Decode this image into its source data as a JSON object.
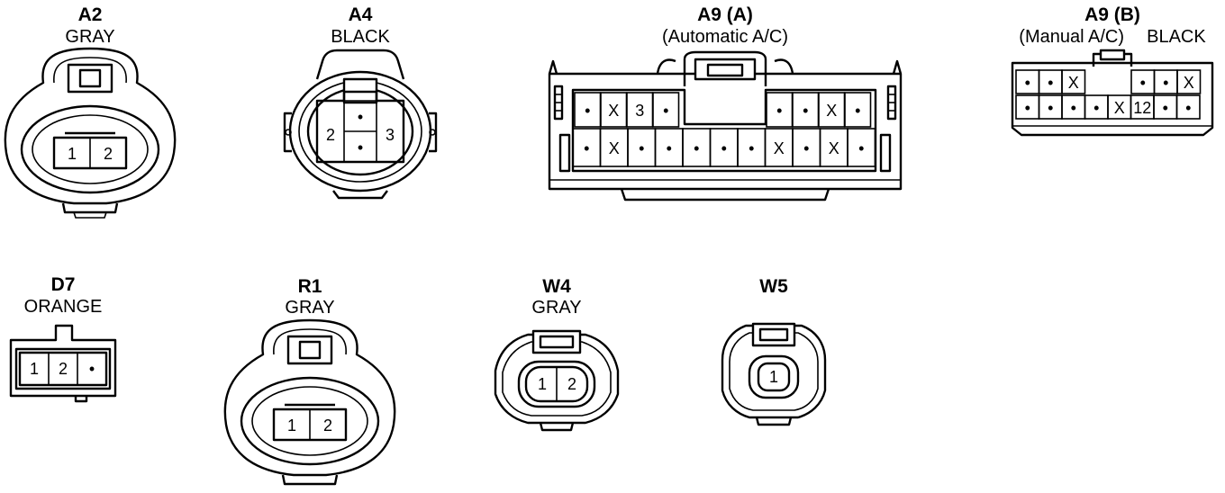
{
  "connectors": {
    "a2": {
      "code": "A2",
      "color": "GRAY",
      "pins": [
        "1",
        "2"
      ]
    },
    "a4": {
      "code": "A4",
      "color": "BLACK",
      "pins": {
        "top": "•",
        "left": "2",
        "center": "•",
        "right": "3"
      }
    },
    "a9a": {
      "code": "A9 (A)",
      "subtitle": "(Automatic A/C)",
      "row1": [
        "•",
        "X",
        "3",
        "•",
        "•",
        "•",
        "X",
        "•"
      ],
      "row2": [
        "•",
        "X",
        "•",
        "•",
        "•",
        "•",
        "•",
        "X",
        "•",
        "X",
        "•"
      ]
    },
    "a9b": {
      "code": "A9 (B)",
      "subtitle": "(Manual A/C)",
      "color": "BLACK",
      "row1": [
        "•",
        "•",
        "X",
        "•",
        "•",
        "X"
      ],
      "row2": [
        "•",
        "•",
        "•",
        "•",
        "X",
        "12",
        "•",
        "•"
      ]
    },
    "d7": {
      "code": "D7",
      "color": "ORANGE",
      "pins": [
        "1",
        "2",
        "•"
      ]
    },
    "r1": {
      "code": "R1",
      "color": "GRAY",
      "pins": [
        "1",
        "2"
      ]
    },
    "w4": {
      "code": "W4",
      "color": "GRAY",
      "pins": [
        "1",
        "2"
      ]
    },
    "w5": {
      "code": "W5",
      "pins": [
        "1"
      ]
    }
  }
}
